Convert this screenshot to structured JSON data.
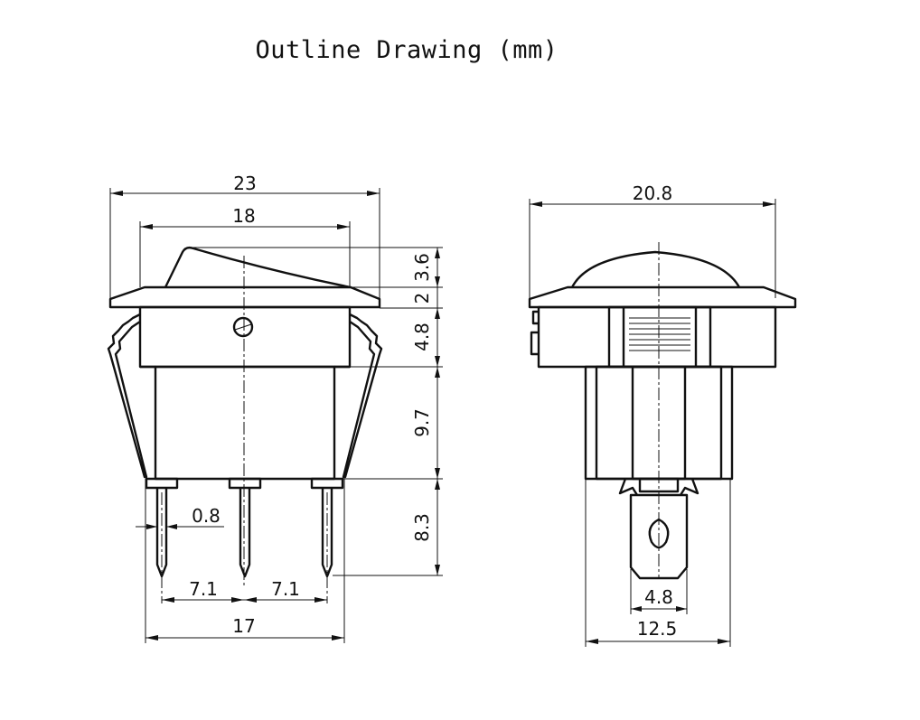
{
  "title": "Outline Drawing (mm)",
  "front_view": {
    "dims": {
      "width_23": "23",
      "width_18": "18",
      "height_3_6": "3.6",
      "height_2": "2",
      "height_4_8": "4.8",
      "height_9_7": "9.7",
      "height_8_3": "8.3",
      "pin_0_8": "0.8",
      "pitch_left": "7.1",
      "pitch_right": "7.1",
      "width_17": "17"
    }
  },
  "side_view": {
    "dims": {
      "width_20_8": "20.8",
      "pin_4_8": "4.8",
      "width_12_5": "12.5"
    }
  }
}
